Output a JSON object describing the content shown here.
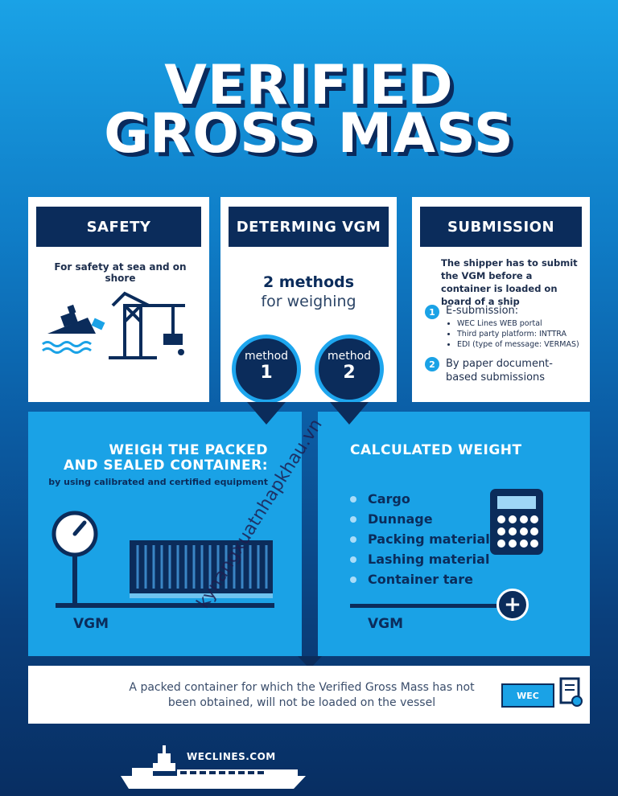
{
  "title": {
    "line1": "VERIFIED",
    "line2": "GROSS MASS"
  },
  "cards": {
    "safety": {
      "heading": "SAFETY",
      "text": "For safety at sea and on shore"
    },
    "determining": {
      "heading": "DETERMING VGM",
      "methods_bold": "2 methods",
      "methods_rest": "for weighing"
    },
    "submission": {
      "heading": "SUBMISSION",
      "intro": "The shipper has to submit the VGM before a container is loaded on board of a ship",
      "item1_num": "1",
      "item1_title": "E-submission:",
      "item1_bullets": [
        "WEC Lines WEB portal",
        "Third party platform: INTTRA",
        "EDI (type of message: VERMAS)"
      ],
      "item2_num": "2",
      "item2_text": "By paper document-based submissions"
    }
  },
  "methods": [
    {
      "label": "method",
      "number": "1"
    },
    {
      "label": "method",
      "number": "2"
    }
  ],
  "panel_left": {
    "title_line1": "WEIGH THE PACKED",
    "title_line2": "AND SEALED CONTAINER:",
    "subtitle": "by using calibrated and certified equipment",
    "vgm_label": "VGM"
  },
  "panel_right": {
    "title": "CALCULATED WEIGHT",
    "items": [
      "Cargo",
      "Dunnage",
      "Packing material",
      "Lashing material",
      "Container tare"
    ],
    "vgm_label": "VGM",
    "plus": "+"
  },
  "footer": {
    "note_line1": "A packed container for which the Verified Gross Mass has not",
    "note_line2": "been obtained, will not be loaded on the vessel",
    "container_logo": "WEC",
    "site": "WECLINES.COM"
  },
  "watermark": "kynangxuatnhapkhau.vn",
  "colors": {
    "navy": "#0b2c5b",
    "cyan": "#1aa2e6",
    "white": "#ffffff"
  }
}
